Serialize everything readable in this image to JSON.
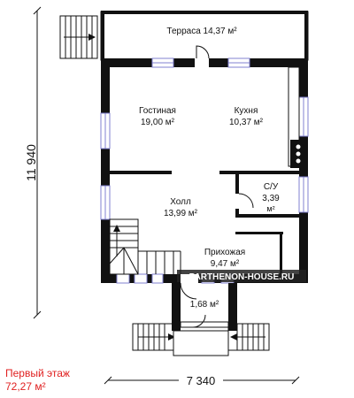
{
  "rooms": {
    "terrace": {
      "name": "Терраса",
      "area": "14,37 м²",
      "label": "Терраса 14,37 м²"
    },
    "living": {
      "name": "Гостиная",
      "area": "19,00 м²"
    },
    "kitchen": {
      "name": "Кухня",
      "area": "10,37 м²"
    },
    "bathroom": {
      "name": "С/У",
      "area_num": "3,39",
      "area_unit": "м²"
    },
    "hall": {
      "name": "Холл",
      "area": "13,99 м²"
    },
    "entry": {
      "name": "Прихожая",
      "area": "9,47 м²"
    },
    "porch": {
      "area": "1,68 м²"
    }
  },
  "dimensions": {
    "height": "11 940",
    "width": "7 340"
  },
  "floor": {
    "title": "Первый этаж",
    "total_area": "72,27 м²"
  },
  "watermark": "PARTHENON-HOUSE.RU",
  "colors": {
    "wall": "#111111",
    "window": "#8080d0",
    "accent_text": "#e02020"
  }
}
